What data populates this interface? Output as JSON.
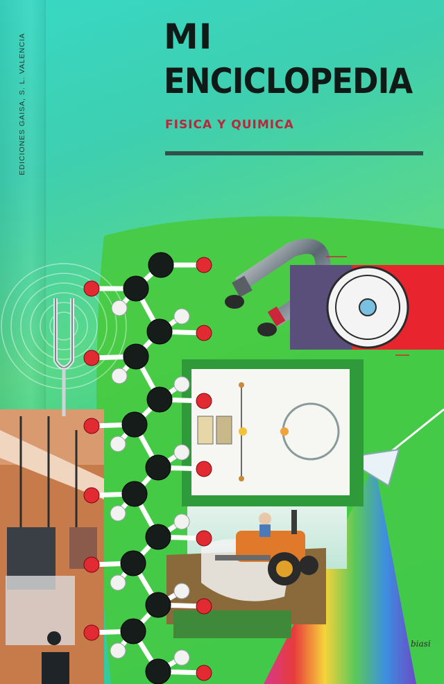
{
  "cover": {
    "title_line1": "MI",
    "title_line2": "ENCICLOPEDIA",
    "subtitle": "FISICA Y QUIMICA",
    "publisher": "EDICIONES GAISA, S. L. VALENCIA",
    "artist_signature": "biasi"
  },
  "colors": {
    "background": "#3fcf9a",
    "title": "#0f1a17",
    "subtitle": "#b8283a",
    "rule": "#2f5149"
  },
  "illustrations": [
    "molecule-chain",
    "tuning-fork",
    "horseshoe-magnet",
    "electric-generator",
    "electrical-circuit",
    "prism-spectrum",
    "tractor",
    "industrial-furnace"
  ]
}
